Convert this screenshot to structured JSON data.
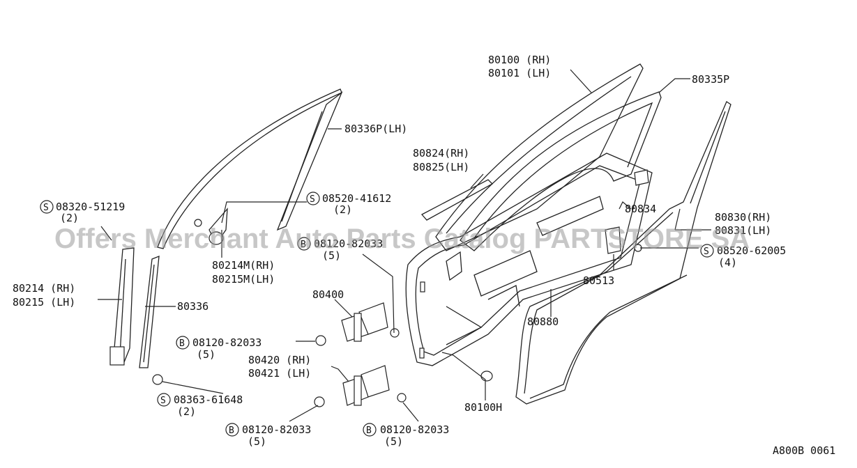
{
  "watermark": "Offers Merchant Auto Parts Catalog PARTSTORE SA",
  "diagram_code": "A800B 0061",
  "labels": {
    "l80100": "80100 (RH)",
    "l80101": "80101 (LH)",
    "l80335p": "80335P",
    "l80336p": "80336P(LH)",
    "l80824": "80824(RH)",
    "l80825": "80825(LH)",
    "l08520a": "08520-41612",
    "l08520a_q": "(2)",
    "l08320": "08320-51219",
    "l08320_q": "(2)",
    "l08120a": "08120-82033",
    "l08120a_q": "(5)",
    "l80214m": "80214M(RH)",
    "l80215m": "80215M(LH)",
    "l80834": "80834",
    "l80830": "80830(RH)",
    "l80831": "80831(LH)",
    "l08520b": "08520-62005",
    "l08520b_q": "(4)",
    "l80513": "80513",
    "l80214": "80214 (RH)",
    "l80215": "80215 (LH)",
    "l80336": "80336",
    "l80400": "80400",
    "l80880": "80880",
    "l08120b": "08120-82033",
    "l08120b_q": "(5)",
    "l80420": "80420 (RH)",
    "l80421": "80421 (LH)",
    "l08363": "08363-61648",
    "l08363_q": "(2)",
    "l80100h": "80100H",
    "l08120c": "08120-82033",
    "l08120c_q": "(5)",
    "l08120d": "08120-82033",
    "l08120d_q": "(5)"
  },
  "fastener_marks": {
    "screw": "S",
    "bolt": "B"
  }
}
